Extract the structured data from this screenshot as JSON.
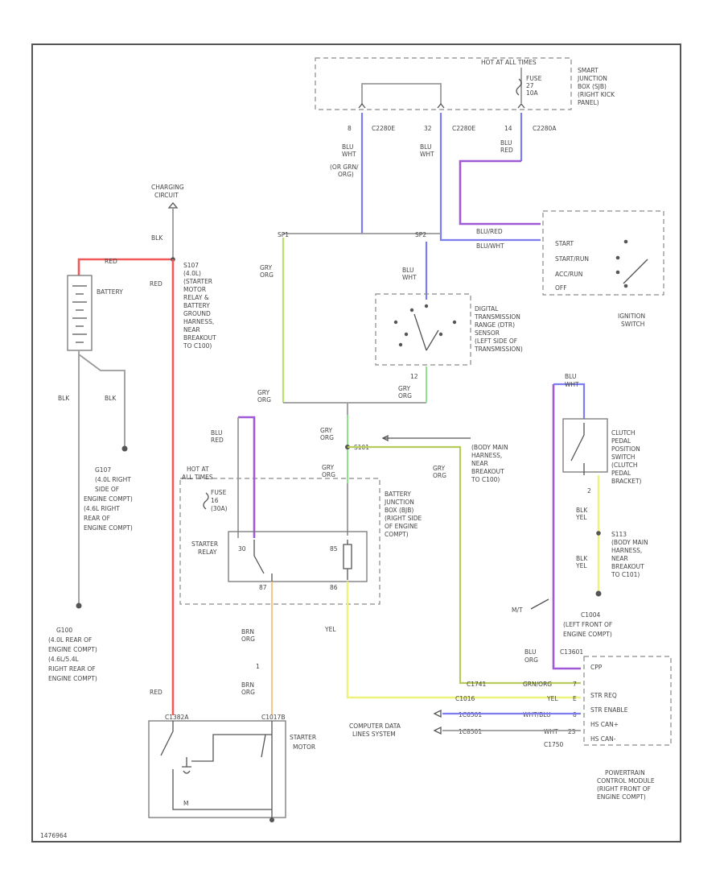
{
  "diagram": {
    "fuse_top": {
      "hot": "HOT AT ALL TIMES",
      "fuse": "FUSE",
      "num": "27",
      "amps": "10A",
      "box_label": [
        "SMART",
        "JUNCTION",
        "BOX (SJB)",
        "(RIGHT KICK",
        "PANEL)"
      ]
    },
    "top_conn": {
      "pin1": "8",
      "c1": "C2280E",
      "pin2": "32",
      "c2": "C2280E",
      "pin3": "14",
      "c3": "C2280A"
    },
    "top_wires": {
      "w1": [
        "BLU",
        "WHT"
      ],
      "w1b": [
        "(OR GRN/",
        "ORG)"
      ],
      "w2": [
        "BLU",
        "WHT"
      ],
      "w3": [
        "BLU",
        "RED"
      ]
    },
    "ignition": {
      "wire_a": "BLU/RED",
      "wire_b": "BLU/WHT",
      "pos": [
        "START",
        "START/RUN",
        "ACC/RUN",
        "OFF"
      ],
      "label": [
        "IGNITION",
        "SWITCH"
      ]
    },
    "splices": {
      "sp1": "SP1",
      "sp2": "SP2"
    },
    "charging": {
      "label": [
        "CHARGING",
        "CIRCUIT"
      ],
      "wire": "BLK"
    },
    "battery": {
      "label": "BATTERY",
      "red1": "RED",
      "red2": "RED",
      "blk1": "BLK",
      "blk2": "BLK"
    },
    "s107": {
      "label": [
        "S107",
        "(4.0L)",
        "(STARTER",
        "MOTOR",
        "RELAY &",
        "BATTERY",
        "GROUND",
        "HARNESS,",
        "NEAR",
        "BREAKOUT",
        "TO C100)"
      ]
    },
    "g107": {
      "label": [
        "G107",
        "(4.0L RIGHT",
        "SIDE OF",
        "ENGINE COMPT)",
        "(4.6L RIGHT",
        "REAR OF",
        "ENGINE COMPT)"
      ]
    },
    "g100": {
      "label": [
        "G100",
        "(4.0L REAR OF",
        "ENGINE COMPT)",
        "(4.6L/5.4L",
        "RIGHT REAR OF",
        "ENGINE COMPT)"
      ]
    },
    "dtr": {
      "wire_in": [
        "BLU",
        "WHT"
      ],
      "label": [
        "DIGITAL",
        "TRANSMISSION",
        "RANGE (DTR)",
        "SENSOR",
        "(LEFT SIDE OF",
        "TRANSMISSION)"
      ],
      "pin": "12",
      "wire_out": [
        "GRY",
        "ORG"
      ]
    },
    "left_wires": {
      "w1": [
        "GRY",
        "ORG"
      ],
      "w2": [
        "GRY",
        "ORG"
      ]
    },
    "mid_wires": {
      "w1": [
        "GRY",
        "ORG"
      ],
      "w2": [
        "GRY",
        "ORG"
      ],
      "w3": [
        "GRY",
        "ORG"
      ]
    },
    "s101": {
      "name": "S101",
      "label": [
        "(BODY MAIN",
        "HARNESS,",
        "NEAR",
        "BREAKOUT",
        "TO C100)"
      ]
    },
    "bjb": {
      "wire": [
        "BLU",
        "RED"
      ],
      "hot": [
        "HOT AT",
        "ALL TIMES"
      ],
      "fuse": [
        "FUSE",
        "16",
        "(30A)"
      ],
      "relay": [
        "STARTER",
        "RELAY"
      ],
      "p30": "30",
      "p85": "85",
      "p87": "87",
      "p86": "86",
      "label": [
        "BATTERY",
        "JUNCTION",
        "BOX (BJB)",
        "(RIGHT SIDE",
        "OF ENGINE",
        "COMPT)"
      ]
    },
    "starter_wires": {
      "w1": [
        "BRN",
        "ORG"
      ],
      "pin": "1",
      "w2": [
        "BRN",
        "ORG"
      ],
      "red": "RED",
      "yel": "YEL"
    },
    "starter": {
      "c1": "C1382A",
      "c2": "C1017B",
      "label": [
        "STARTER",
        "MOTOR"
      ],
      "m": "M"
    },
    "clutch": {
      "wire": [
        "BLU",
        "WHT"
      ],
      "label": [
        "CLUTCH",
        "PEDAL",
        "POSITION",
        "SWITCH",
        "(CLUTCH",
        "PEDAL",
        "BRACKET)"
      ],
      "pin": "2",
      "w1": [
        "BLK",
        "YEL"
      ],
      "w2": [
        "BLK",
        "YEL"
      ],
      "s113": [
        "S113",
        "(BODY MAIN",
        "HARNESS,",
        "NEAR",
        "BREAKOUT",
        "TO C101)"
      ]
    },
    "c1004": {
      "mt": "M/T",
      "label": [
        "C1004",
        "(LEFT FRONT OF",
        "ENGINE COMPT)"
      ],
      "wire": [
        "BLU",
        "ORG"
      ],
      "conn": "C13601"
    },
    "pcm": {
      "row1": [
        "C1741",
        "GRN/ORG",
        "7"
      ],
      "row2": [
        "C1016",
        "YEL",
        "E"
      ],
      "row3": [
        "1C6501",
        "WHT/BLU",
        "8"
      ],
      "row4": [
        "1C8501",
        "WHT",
        "23"
      ],
      "c_bottom": "C1750",
      "pins": [
        "CPP",
        "STR REQ",
        "STR ENABLE",
        "HS CAN+",
        "HS CAN-"
      ],
      "data_label": [
        "COMPUTER DATA",
        "LINES SYSTEM"
      ],
      "label": [
        "POWERTRAIN",
        "CONTROL MODULE",
        "(RIGHT FRONT OF",
        "ENGINE COMPT)"
      ]
    },
    "footer": "1476964"
  }
}
